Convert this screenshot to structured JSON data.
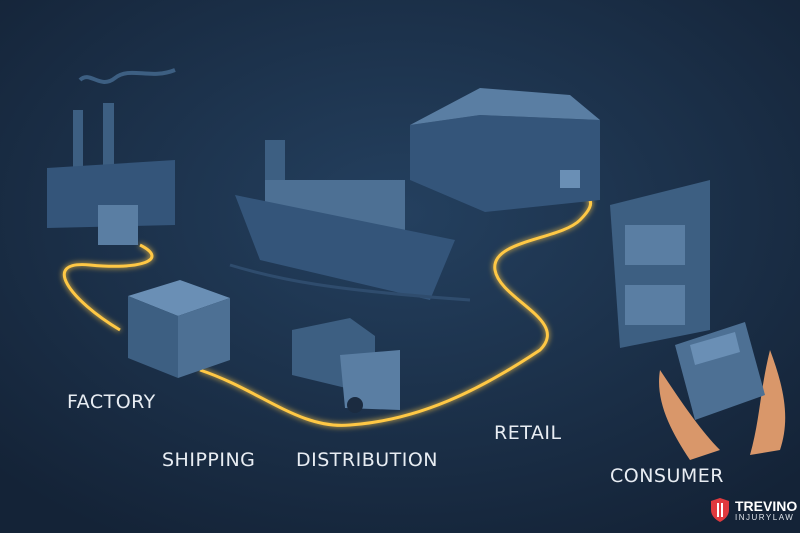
{
  "stages": [
    {
      "label": "FACTORY"
    },
    {
      "label": "SHIPPING"
    },
    {
      "label": "DISTRIBUTION"
    },
    {
      "label": "RETAIL"
    },
    {
      "label": "CONSUMER"
    }
  ],
  "logo": {
    "name": "TREVINO",
    "tagline": "INJURYLAW",
    "brand_color": "#e03a3e"
  },
  "colors": {
    "background": "#1a2c45",
    "path_glow": "#ffc844",
    "objects": "#3d5f82"
  }
}
